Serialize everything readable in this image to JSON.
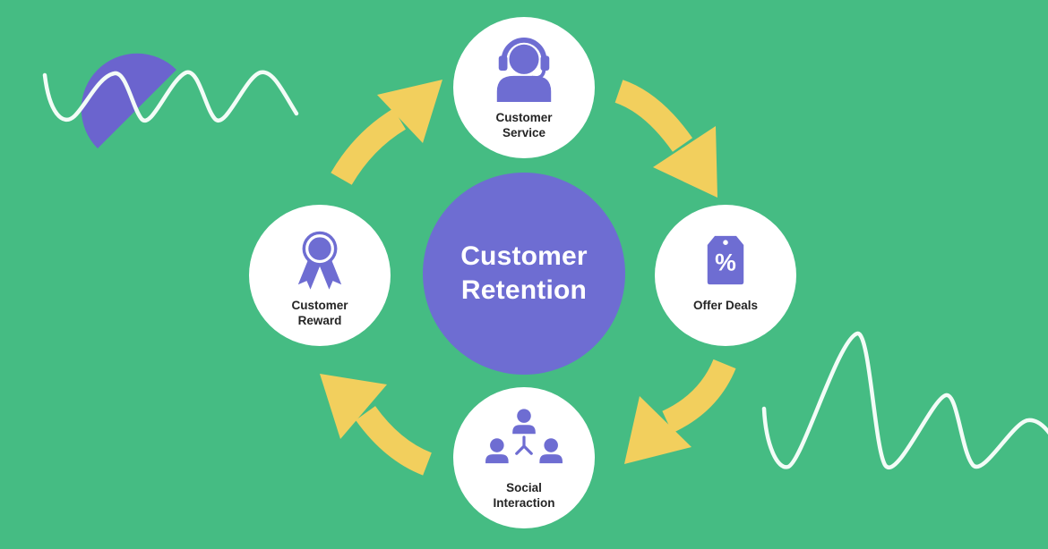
{
  "center": {
    "label": "Customer Retention"
  },
  "nodes": {
    "customer_service": {
      "label": "Customer Service",
      "icon": "customer-service-headset-icon"
    },
    "offer_deals": {
      "label": "Offer Deals",
      "icon": "discount-tag-icon",
      "tag_symbol": "%"
    },
    "social_interaction": {
      "label": "Social Interaction",
      "icon": "people-network-icon"
    },
    "customer_reward": {
      "label": "Customer Reward",
      "icon": "award-ribbon-icon"
    }
  },
  "flow": {
    "arrows": [
      {
        "from": "customer_reward",
        "to": "customer_service"
      },
      {
        "from": "customer_service",
        "to": "offer_deals"
      },
      {
        "from": "offer_deals",
        "to": "social_interaction"
      },
      {
        "from": "social_interaction",
        "to": "customer_reward"
      }
    ]
  },
  "decorations": {
    "top_left": [
      "wavy-line",
      "half-circle"
    ],
    "bottom_right": [
      "wavy-line"
    ]
  },
  "colors": {
    "background_green": "#45BC83",
    "primary_purple": "#6E6DD2",
    "decoration_purple": "#6B64CE",
    "arrow_yellow": "#F2CF5D",
    "node_white": "#FFFFFF",
    "label_text": "#252525",
    "center_text": "#FFFFFF",
    "line_white": "#F3FCF7"
  }
}
